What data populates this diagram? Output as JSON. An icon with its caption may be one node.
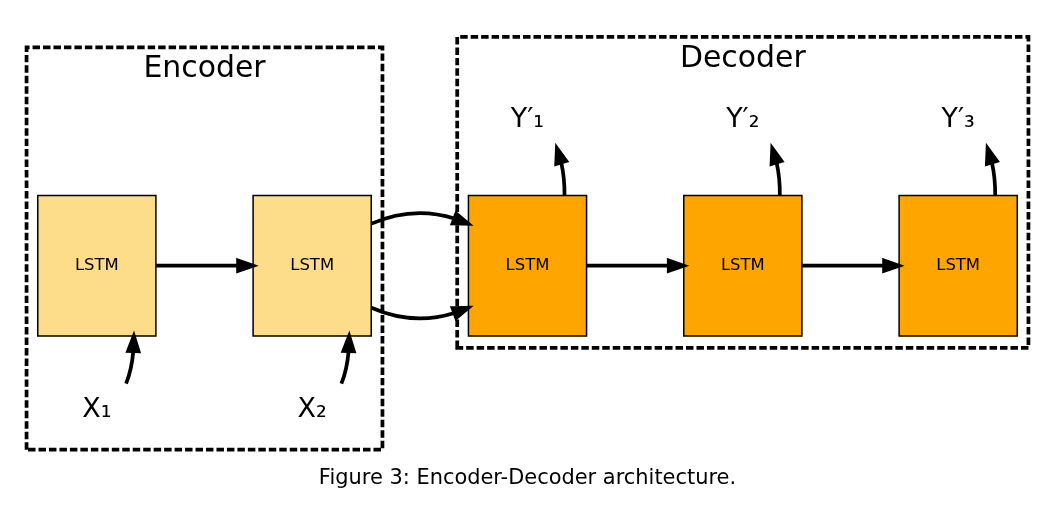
{
  "diagram": {
    "caption": "Figure 3: Encoder-Decoder architecture.",
    "nodes": [
      {
        "text": [
          "Encoder"
        ]
      },
      {
        "text": [
          "Decoder"
        ]
      },
      {
        "text": [
          "LSTM"
        ],
        "in": 0
      },
      {
        "text": [
          "LSTM"
        ],
        "in": 0
      },
      {
        "text": [
          "LSTM"
        ],
        "in": 1
      },
      {
        "text": [
          "LSTM"
        ],
        "in": 1
      },
      {
        "text": [
          "LSTM"
        ],
        "in": 1
      },
      {
        "text": [
          "X₁"
        ],
        "in": 0
      },
      {
        "text": [
          "X₂"
        ],
        "in": 0
      },
      {
        "text": [
          "Y′₁"
        ],
        "in": 1
      },
      {
        "text": [
          "Y′₂"
        ],
        "in": 1
      },
      {
        "text": [
          "Y′₃"
        ],
        "in": 1
      }
    ],
    "edges": [
      {
        "from": 7,
        "to": 2,
        "arrow": "to"
      },
      {
        "from": 8,
        "to": 3,
        "arrow": "to"
      },
      {
        "from": 2,
        "to": 3,
        "arrow": "to"
      },
      {
        "from": 3,
        "to": 4,
        "arrow": "to"
      },
      {
        "from": 4,
        "to": 5,
        "arrow": "to"
      },
      {
        "from": 5,
        "to": 6,
        "arrow": "to"
      },
      {
        "from": 4,
        "to": 9,
        "arrow": "to"
      },
      {
        "from": 5,
        "to": 10,
        "arrow": "to"
      },
      {
        "from": 6,
        "to": 11,
        "arrow": "to"
      }
    ]
  }
}
